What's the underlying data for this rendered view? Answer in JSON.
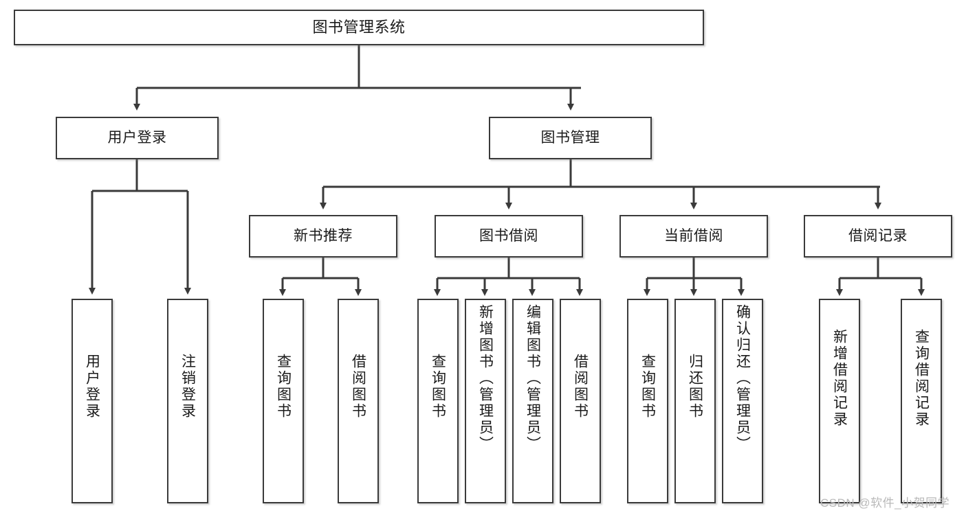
{
  "diagram": {
    "title": "图书管理系统",
    "type": "tree-hierarchy-chart",
    "orientation": "top-down",
    "colors": {
      "border": "#3a3a3a",
      "fill": "#ffffff",
      "text": "#1a1a1a",
      "watermark": "#b9b9b9"
    },
    "levels": {
      "level1": [
        "图书管理系统"
      ],
      "level2": [
        "用户登录",
        "图书管理"
      ],
      "level3": [
        "新书推荐",
        "图书借阅",
        "当前借阅",
        "借阅记录"
      ],
      "level4": [
        "用户登录",
        "注销登录",
        "查询图书",
        "借阅图书",
        "查询图书",
        "新增图书（管理员）",
        "编辑图书（管理员）",
        "借阅图书",
        "查询图书",
        "归还图书",
        "确认归还（管理员）",
        "新增借阅记录",
        "查询借阅记录"
      ]
    },
    "nodes": {
      "root": {
        "label": "图书管理系统"
      },
      "user_login": {
        "label": "用户登录"
      },
      "book_mgmt": {
        "label": "图书管理"
      },
      "new_book_rec": {
        "label": "新书推荐"
      },
      "book_borrow": {
        "label": "图书借阅"
      },
      "current_borrow": {
        "label": "当前借阅"
      },
      "borrow_record": {
        "label": "借阅记录"
      },
      "leaf_user_login": {
        "label": "用户登录"
      },
      "leaf_logout": {
        "label": "注销登录"
      },
      "leaf_query_book_1": {
        "label": "查询图书"
      },
      "leaf_borrow_book_1": {
        "label": "借阅图书"
      },
      "leaf_query_book_2": {
        "label": "查询图书"
      },
      "leaf_add_book": {
        "label": "新增图书（管理员）"
      },
      "leaf_edit_book": {
        "label": "编辑图书（管理员）"
      },
      "leaf_borrow_book_2": {
        "label": "借阅图书"
      },
      "leaf_query_book_3": {
        "label": "查询图书"
      },
      "leaf_return_book": {
        "label": "归还图书"
      },
      "leaf_confirm_return": {
        "label": "确认归还（管理员）"
      },
      "leaf_add_record": {
        "label": "新增借阅记录"
      },
      "leaf_query_record": {
        "label": "查询借阅记录"
      }
    },
    "edges": [
      {
        "from": "root",
        "to": "user_login"
      },
      {
        "from": "root",
        "to": "book_mgmt"
      },
      {
        "from": "user_login",
        "to": "leaf_user_login"
      },
      {
        "from": "user_login",
        "to": "leaf_logout"
      },
      {
        "from": "book_mgmt",
        "to": "new_book_rec"
      },
      {
        "from": "book_mgmt",
        "to": "book_borrow"
      },
      {
        "from": "book_mgmt",
        "to": "current_borrow"
      },
      {
        "from": "book_mgmt",
        "to": "borrow_record"
      },
      {
        "from": "new_book_rec",
        "to": "leaf_query_book_1"
      },
      {
        "from": "new_book_rec",
        "to": "leaf_borrow_book_1"
      },
      {
        "from": "book_borrow",
        "to": "leaf_query_book_2"
      },
      {
        "from": "book_borrow",
        "to": "leaf_add_book"
      },
      {
        "from": "book_borrow",
        "to": "leaf_edit_book"
      },
      {
        "from": "book_borrow",
        "to": "leaf_borrow_book_2"
      },
      {
        "from": "current_borrow",
        "to": "leaf_query_book_3"
      },
      {
        "from": "current_borrow",
        "to": "leaf_return_book"
      },
      {
        "from": "current_borrow",
        "to": "leaf_confirm_return"
      },
      {
        "from": "borrow_record",
        "to": "leaf_add_record"
      },
      {
        "from": "borrow_record",
        "to": "leaf_query_record"
      }
    ]
  },
  "watermark": {
    "text": "CSDN @软件_小贺同学"
  }
}
